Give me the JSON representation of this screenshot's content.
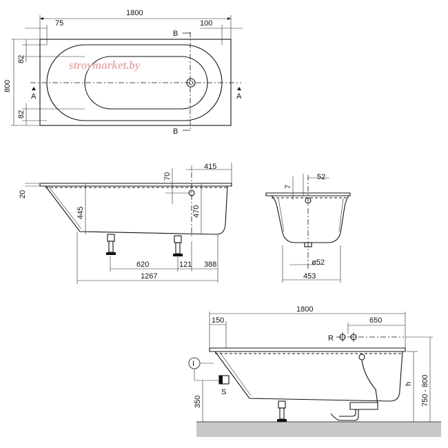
{
  "watermark": "stroymarket.by",
  "top_view": {
    "overall_length": "1800",
    "left_offset": "75",
    "right_offset": "100",
    "overall_width": "800",
    "upper_edge": "82",
    "lower_edge": "82",
    "section_a_left": "A",
    "section_a_right": "A",
    "section_b_top": "B",
    "section_b_bottom": "B"
  },
  "side_view": {
    "rim_thickness": "20",
    "depth": "445",
    "drain_offset": "70",
    "drain_dim": "415",
    "overflow_height": "470",
    "leg_spacing": "620",
    "leg_offset": "121",
    "end_offset": "388",
    "base_length": "1267"
  },
  "cross_section": {
    "rim_drop": "7",
    "overflow_dim": "52",
    "drain_diameter": "ø52",
    "base_width": "453"
  },
  "install_view": {
    "overall_length": "1800",
    "left_offset": "150",
    "tap_offset": "650",
    "tap_label": "R",
    "info_label": "I",
    "siphon_label": "S",
    "siphon_height": "350",
    "height_symbol": "h",
    "height_range": "750 - 800"
  }
}
